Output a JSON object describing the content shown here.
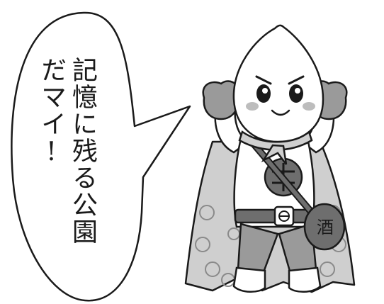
{
  "speech_bubble": {
    "line1": "記憶に残る公園",
    "line2": "だマイ!"
  },
  "character": {
    "bag_kanji": "酒",
    "colors": {
      "outline": "#1a1a1a",
      "suit": "#9a9a9a",
      "suit_dark": "#6e6e6e",
      "cape": "#cfcfcf",
      "cape_pattern": "#8a8a8a",
      "skin": "#ffffff",
      "cheek": "#bdbdbd"
    }
  }
}
